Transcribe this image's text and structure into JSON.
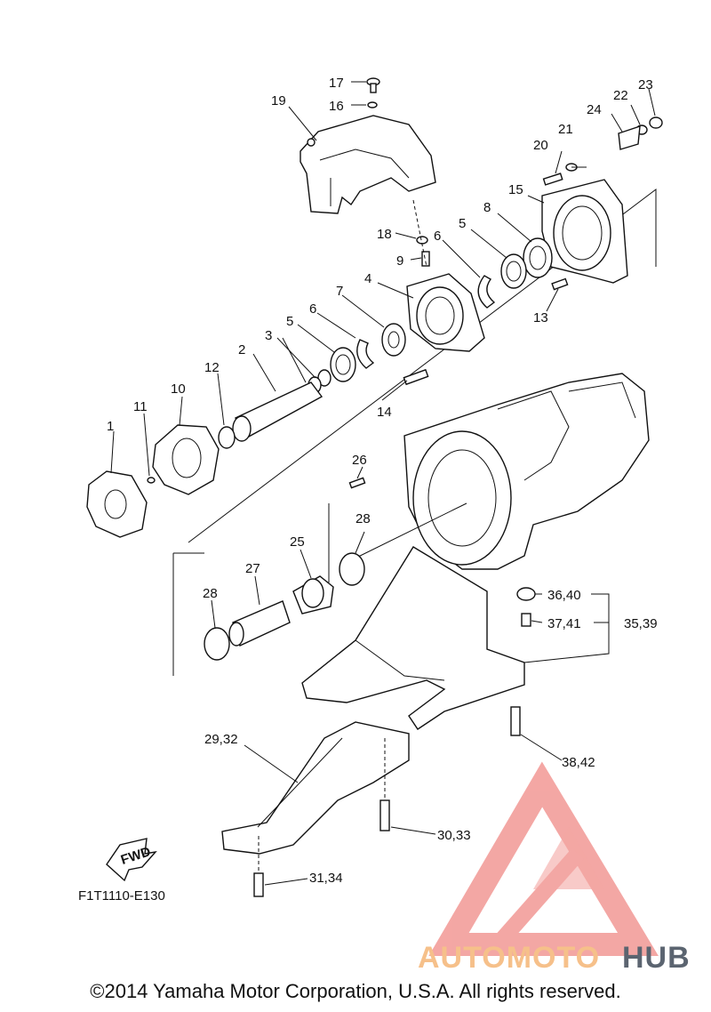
{
  "labels": {
    "l1": "1",
    "l2": "2",
    "l3": "3",
    "l4": "4",
    "l5a": "5",
    "l5b": "5",
    "l6a": "6",
    "l6b": "6",
    "l7": "7",
    "l8": "8",
    "l9": "9",
    "l10": "10",
    "l11": "11",
    "l12": "12",
    "l13": "13",
    "l14": "14",
    "l15": "15",
    "l16": "16",
    "l17": "17",
    "l18": "18",
    "l19": "19",
    "l20": "20",
    "l21": "21",
    "l22": "22",
    "l23": "23",
    "l24": "24",
    "l25": "25",
    "l26": "26",
    "l27": "27",
    "l28a": "28",
    "l28b": "28",
    "l2932": "29,32",
    "l3033": "30,33",
    "l3134": "31,34",
    "l3640": "36,40",
    "l3741": "37,41",
    "l3539": "35,39",
    "l3842": "38,42"
  },
  "fwd_label": "FWD",
  "figure_code": "F1T1110-E130",
  "watermark": {
    "part1": "AUTOMOTO",
    "part2": "HUB",
    "color_a": "#f6c08a",
    "color_b": "#5b6470",
    "triangle_color": "#f08a86"
  },
  "copyright": "©2014 Yamaha Motor Corporation, U.S.A. All rights reserved."
}
